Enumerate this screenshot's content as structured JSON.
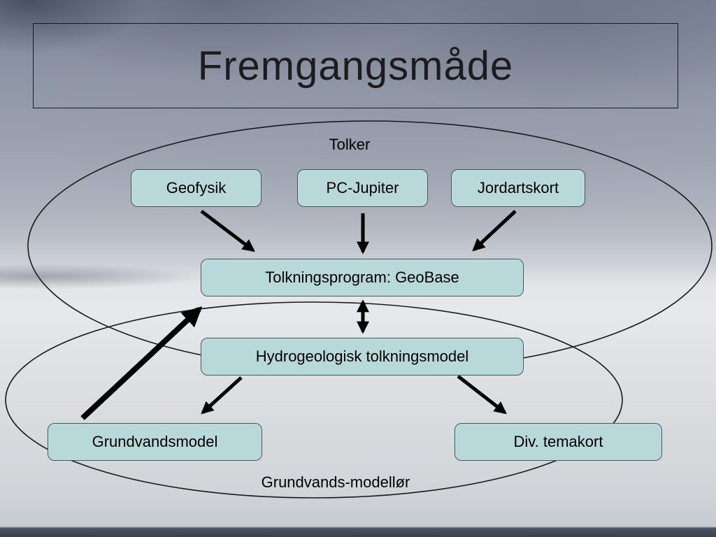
{
  "title": "Fremgangsmåde",
  "diagram": {
    "group_labels": {
      "top": "Tolker",
      "bottom": "Grundvands-modellør"
    },
    "nodes": {
      "geofysik": "Geofysik",
      "pc_jupiter": "PC-Jupiter",
      "jordartskort": "Jordartskort",
      "geobase": "Tolkningsprogram: GeoBase",
      "hydro": "Hydrogeologisk tolkningsmodel",
      "grundvandsmodel": "Grundvandsmodel",
      "temakort": "Div. temakort"
    },
    "edges": [
      {
        "from": "geofysik",
        "to": "geobase",
        "style": "arrow"
      },
      {
        "from": "pc_jupiter",
        "to": "geobase",
        "style": "arrow"
      },
      {
        "from": "jordartskort",
        "to": "geobase",
        "style": "arrow"
      },
      {
        "from": "geobase",
        "to": "hydro",
        "style": "double-arrow"
      },
      {
        "from": "hydro",
        "to": "grundvandsmodel",
        "style": "arrow"
      },
      {
        "from": "hydro",
        "to": "temakort",
        "style": "arrow"
      },
      {
        "from": "grundvandsmodel",
        "to": "geobase",
        "style": "thick-arrow"
      }
    ],
    "colors": {
      "node_fill": "#b9d8da",
      "node_border": "#44555a",
      "arrow": "#000000",
      "ellipse_stroke": "#1a1a1a"
    }
  }
}
